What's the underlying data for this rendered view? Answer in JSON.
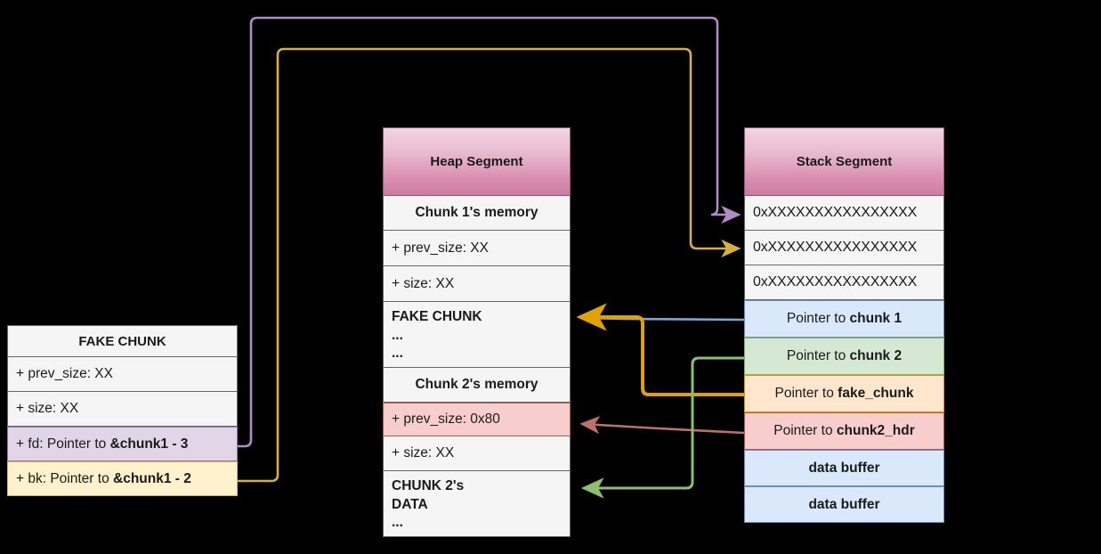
{
  "diagram": {
    "title": "Heap fake-chunk unlink exploit layout",
    "background": "#000000"
  },
  "fake_chunk": {
    "title": "FAKE CHUNK",
    "rows": [
      {
        "label": "+ prev_size: XX",
        "style": "plain"
      },
      {
        "label": "+ size: XX",
        "style": "plain"
      },
      {
        "prefix": "+ fd: Pointer to ",
        "bold": "&chunk1 - 3",
        "style": "purple"
      },
      {
        "prefix": "+ bk: Pointer to ",
        "bold": "&chunk1 - 2",
        "style": "yellow"
      }
    ]
  },
  "heap_segment": {
    "title": "Heap Segment",
    "rows": [
      {
        "label": "Chunk 1's memory",
        "style": "center"
      },
      {
        "label": "+ prev_size: XX",
        "style": "plain"
      },
      {
        "label": "+ size: XX",
        "style": "plain"
      },
      {
        "label": "FAKE CHUNK\n...\n...",
        "style": "multi"
      },
      {
        "label": "Chunk 2's memory",
        "style": "center"
      },
      {
        "label": "+ prev_size: 0x80",
        "style": "red"
      },
      {
        "label": "+ size: XX",
        "style": "plain"
      },
      {
        "label": "CHUNK 2's\nDATA\n...",
        "style": "multi"
      }
    ]
  },
  "stack_segment": {
    "title": "Stack Segment",
    "rows": [
      {
        "label": "0xXXXXXXXXXXXXXXXX",
        "style": "addr"
      },
      {
        "label": "0xXXXXXXXXXXXXXXXX",
        "style": "addr"
      },
      {
        "label": "0xXXXXXXXXXXXXXXXX",
        "style": "addr"
      },
      {
        "prefix": "Pointer to ",
        "bold": "chunk 1",
        "style": "blue"
      },
      {
        "prefix": "Pointer to ",
        "bold": "chunk 2",
        "style": "green"
      },
      {
        "prefix": "Pointer to ",
        "bold": "fake_chunk",
        "style": "orange"
      },
      {
        "prefix": "Pointer to ",
        "bold": "chunk2_hdr",
        "style": "red"
      },
      {
        "label": "data buffer",
        "style": "blue-center"
      },
      {
        "label": "data buffer",
        "style": "blue-center"
      }
    ]
  },
  "connections": [
    {
      "name": "fd-to-stack-addr1",
      "color": "#b18bc4",
      "from": "fake_chunk.fd",
      "to": "stack_segment.row0"
    },
    {
      "name": "bk-to-stack-addr2",
      "color": "#d6b03c",
      "from": "fake_chunk.bk",
      "to": "stack_segment.row1"
    },
    {
      "name": "chunk1-to-fake-chunk",
      "color": "#7ea6d9",
      "from": "stack_segment.pointer_chunk1",
      "to": "heap_segment.fake_chunk"
    },
    {
      "name": "fake-chunk-ptr-to-fake-chunk",
      "color": "#e0a106",
      "from": "stack_segment.pointer_fake_chunk",
      "to": "heap_segment.fake_chunk"
    },
    {
      "name": "chunk2hdr-to-prev-size",
      "color": "#c0706b",
      "from": "stack_segment.pointer_chunk2_hdr",
      "to": "heap_segment.prev_size_0x80"
    },
    {
      "name": "chunk2-to-chunk2-data",
      "color": "#8ebf6e",
      "from": "stack_segment.pointer_chunk2",
      "to": "heap_segment.chunk2_data"
    }
  ],
  "palette": {
    "purple_fill": "#e1d5e7",
    "purple_stroke": "#9673a6",
    "yellow_fill": "#fff2cc",
    "yellow_stroke": "#d6b656",
    "blue_fill": "#dae8fc",
    "blue_stroke": "#6c8ebf",
    "green_fill": "#d5e8d4",
    "green_stroke": "#82b366",
    "orange_fill": "#ffe6cc",
    "orange_stroke": "#d79b00",
    "red_fill": "#f8cecc",
    "red_stroke": "#b85450",
    "header_gradient_top": "#f2d4e2",
    "header_gradient_bottom": "#cd7ba2",
    "row_fill": "#f5f5f5",
    "row_stroke": "#666666"
  }
}
